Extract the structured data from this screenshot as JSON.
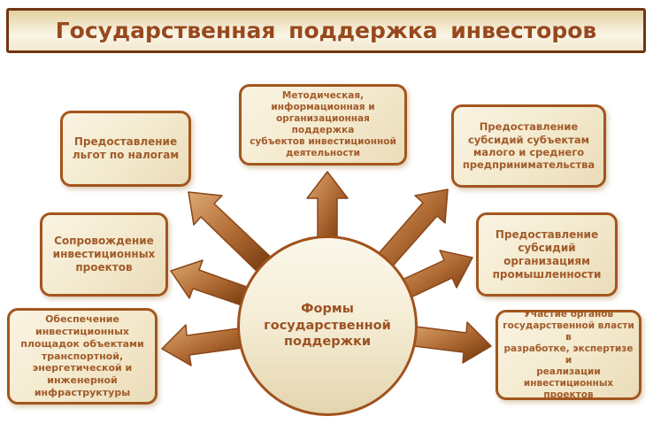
{
  "title": {
    "text": "Государственная поддержка инвесторов"
  },
  "center_node": {
    "text": "Формы\nгосударственной\nподдержки"
  },
  "nodes": [
    {
      "id": "tax-benefits",
      "text": "Предоставление\nльгот по налогам"
    },
    {
      "id": "methodical-support",
      "text": "Методическая,\nинформационная и\nорганизационная поддержка\nсубъектов инвестиционной\nдеятельности"
    },
    {
      "id": "sme-subsidies",
      "text": "Предоставление\nсубсидий субъектам\nмалого и среднего\nпредпринимательства"
    },
    {
      "id": "project-support",
      "text": "Сопровождение\nинвестиционных\nпроектов"
    },
    {
      "id": "industry-subsidies",
      "text": "Предоставление\nсубсидий\nорганизациям\nпромышленности"
    },
    {
      "id": "infrastructure",
      "text": "Обеспечение\nинвестиционных\nплощадок объектами\nтранспортной,\nэнергетической и\nинженерной\nинфраструктуры"
    },
    {
      "id": "authority-participation",
      "text": "Участие органов\nгосударственной власти\nв\nразработке, экспертизе и\nреализации\nинвестиционных\nпроектов"
    }
  ],
  "arrows": [
    "up",
    "upper-left",
    "left",
    "lower-left",
    "upper-right",
    "right",
    "lower-right"
  ],
  "palette": {
    "title_border": "#6F3514",
    "title_text": "#97491D",
    "node_border": "#A2561E",
    "node_text": "#A25B2A",
    "node_bg_light": "#F9F3E2",
    "node_bg_dark": "#EADCB9",
    "circle_border": "#A0521C",
    "circle_bg_bottom": "#E4D5AF",
    "arrow_light": "#DCA872",
    "arrow_mid": "#B06A33",
    "arrow_dark": "#6B3108",
    "arrow_stroke": "#8A4517"
  }
}
